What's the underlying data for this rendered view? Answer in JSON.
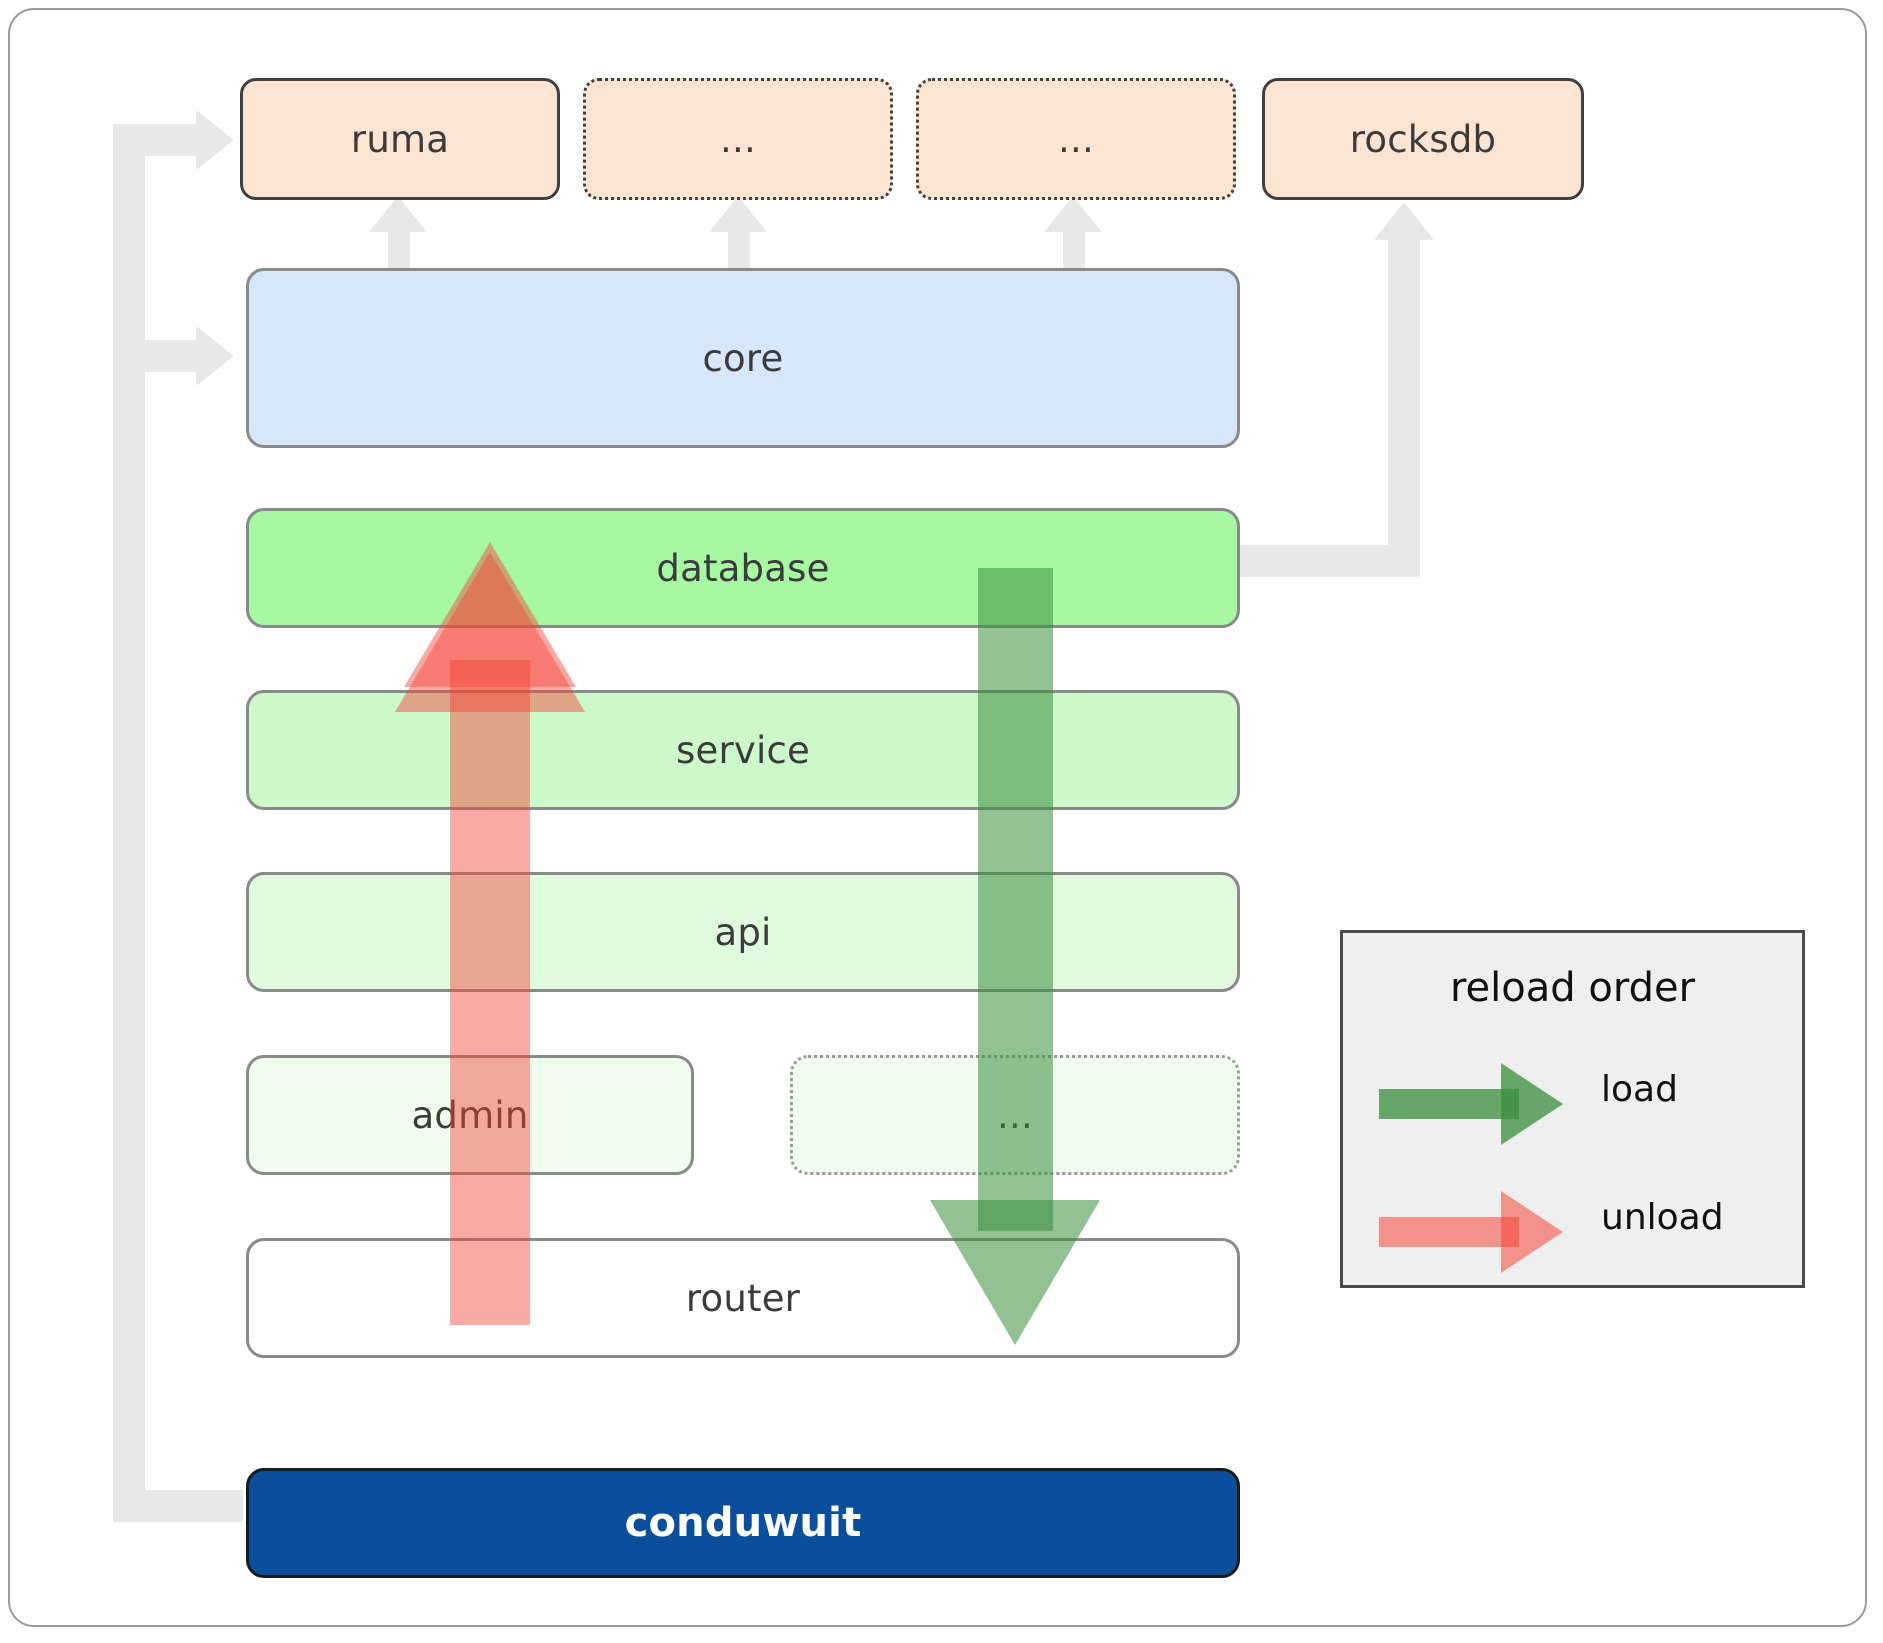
{
  "diagram": {
    "title": "conduwuit crate / reload order architecture",
    "dependencies": [
      {
        "id": "ruma",
        "label": "ruma",
        "style": "solid",
        "color": "#fce4d3"
      },
      {
        "id": "dep2",
        "label": "...",
        "style": "dotted",
        "color": "#fce4d3"
      },
      {
        "id": "dep3",
        "label": "...",
        "style": "dotted",
        "color": "#fce4d3"
      },
      {
        "id": "rocksdb",
        "label": "rocksdb",
        "style": "solid",
        "color": "#fce4d3"
      }
    ],
    "core": {
      "id": "core",
      "label": "core",
      "color": "#d6e7fb"
    },
    "layers": [
      {
        "id": "database",
        "label": "database",
        "color": "#a6f8a3",
        "style": "solid"
      },
      {
        "id": "service",
        "label": "service",
        "color": "#cdf8c9",
        "style": "solid"
      },
      {
        "id": "api",
        "label": "api",
        "color": "#e0fade",
        "style": "solid"
      },
      {
        "id": "admin",
        "label": "admin",
        "color": "#eefdec",
        "style": "solid"
      },
      {
        "id": "extra",
        "label": "...",
        "color": "#eefdec",
        "style": "dotted"
      },
      {
        "id": "router",
        "label": "router",
        "color": "#ffffff",
        "style": "solid"
      }
    ],
    "root": {
      "id": "conduwuit",
      "label": "conduwuit",
      "color": "#0b4f9c",
      "text_color": "#ffffff"
    }
  },
  "legend": {
    "title": "reload order",
    "items": [
      {
        "id": "load",
        "label": "load",
        "color": "#388e3c"
      },
      {
        "id": "unload",
        "label": "unload",
        "color": "#f44336"
      }
    ]
  }
}
